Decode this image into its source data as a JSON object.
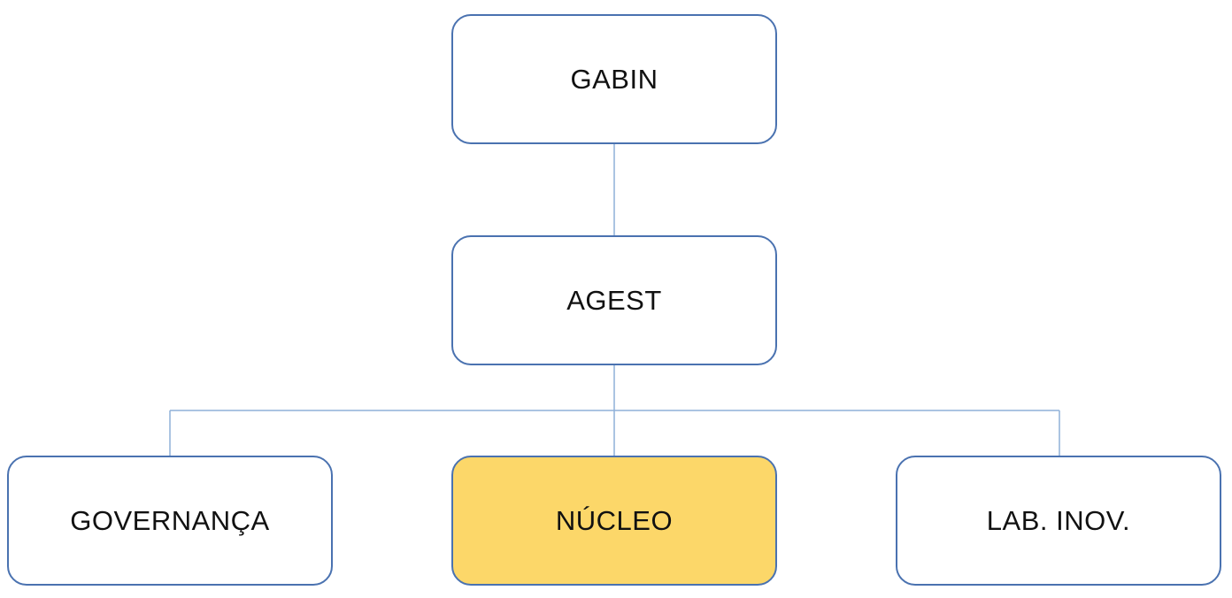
{
  "diagram": {
    "nodes": [
      {
        "id": "gabin",
        "label": "GABIN",
        "fill": "#ffffff"
      },
      {
        "id": "agest",
        "label": "AGEST",
        "fill": "#ffffff"
      },
      {
        "id": "governanca",
        "label": "GOVERNANÇA",
        "fill": "#ffffff"
      },
      {
        "id": "nucleo",
        "label": "NÚCLEO",
        "fill": "#fcd769"
      },
      {
        "id": "lab",
        "label": "LAB. INOV.",
        "fill": "#ffffff"
      }
    ],
    "edges": [
      {
        "from": "gabin",
        "to": "agest"
      },
      {
        "from": "agest",
        "to": "governanca"
      },
      {
        "from": "agest",
        "to": "nucleo"
      },
      {
        "from": "agest",
        "to": "lab"
      }
    ],
    "colors": {
      "border": "#4a72b0",
      "connector": "#8fb1d9",
      "highlight": "#fcd769"
    }
  }
}
